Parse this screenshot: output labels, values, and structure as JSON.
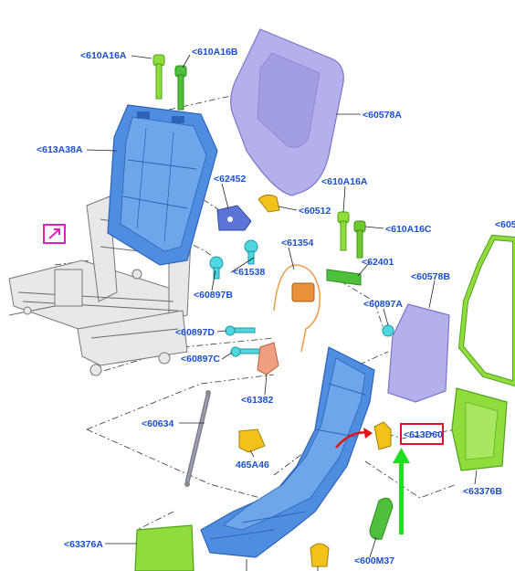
{
  "colors": {
    "label": "#1a4fd0",
    "blue_part": "#4f8de0",
    "blue_dark": "#2f63b8",
    "green_part": "#8fdc3c",
    "green_dark": "#4fa01c",
    "lavender_part": "#b4b0ec",
    "yellow_part": "#f2c21a",
    "salmon_part": "#f0a080",
    "cyan_part": "#4fd6e0",
    "highlight_box": "#e0102a",
    "magenta_box": "#e020c0",
    "arrow_green": "#22dd22",
    "arrow_red": "#e01414"
  },
  "icons": {
    "view_icon": "expand-arrow-icon"
  },
  "labels": {
    "l_610A16A_top": "<610A16A",
    "l_610A16B": "<610A16B",
    "l_60578A": "<60578A",
    "l_613A38A": "<613A38A",
    "l_62452": "<62452",
    "l_60512": "<60512",
    "l_610A16A_mid": "<610A16A",
    "l_610A16C": "<610A16C",
    "l_605_edge": "<605",
    "l_61354": "<61354",
    "l_61538": "<61538",
    "l_62401": "<62401",
    "l_60897B": "<60897B",
    "l_60578B": "<60578B",
    "l_60897A": "<60897A",
    "l_60897D": "<60897D",
    "l_60897C": "<60897C",
    "l_61382": "<61382",
    "l_60634": "<60634",
    "l_613D60": "<613D60",
    "l_465A46": "465A46",
    "l_63376B": "<63376B",
    "l_63376A": "<63376A",
    "l_600M37": "<600M37"
  }
}
